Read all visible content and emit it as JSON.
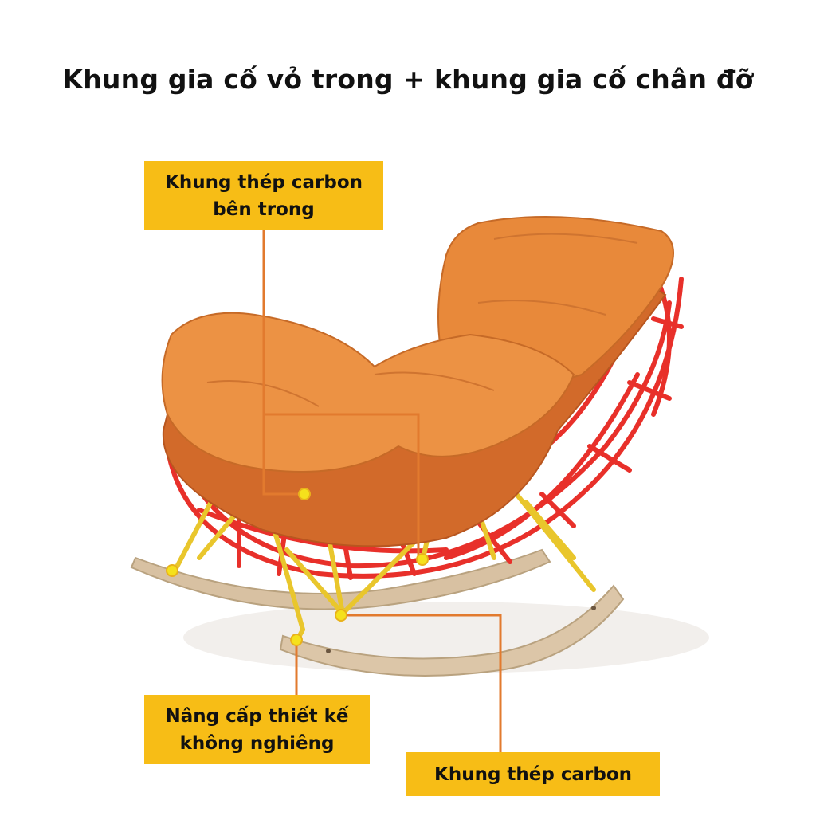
{
  "title": "Khung gia cố vỏ trong + khung gia cố chân đỡ",
  "callouts": {
    "inner_frame": {
      "line1": "Khung thép carbon",
      "line2": "bên trong"
    },
    "upgrade": {
      "line1": "Nâng cấp thiết kế",
      "line2": "không nghiêng"
    },
    "frame": {
      "line1": "Khung thép carbon"
    }
  },
  "colors": {
    "label_bg": "#f7bd16",
    "cushion": "#e8893a",
    "shell": "#d26a2a",
    "red_frame": "#e8302a",
    "gold_legs": "#e9c62c",
    "wood": "#d9c3a4",
    "leader": "#e27a2e"
  }
}
